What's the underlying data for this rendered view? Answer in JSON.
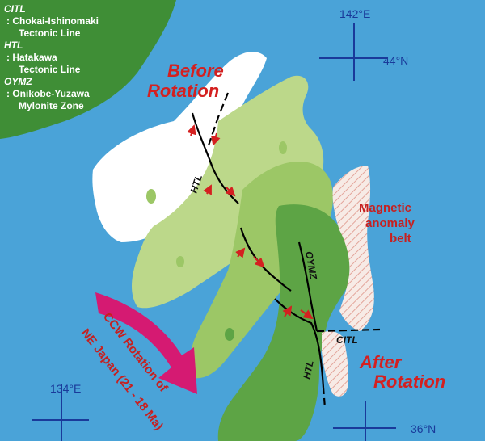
{
  "legend": [
    {
      "abbr": "CITL",
      "desc_1": ": Chokai-Ishinomaki",
      "desc_2": "Tectonic Line"
    },
    {
      "abbr": "HTL",
      "desc_1": ": Hatakawa",
      "desc_2": "Tectonic Line"
    },
    {
      "abbr": "OYMZ",
      "desc_1": ": Onikobe-Yuzawa",
      "desc_2": "Mylonite Zone"
    }
  ],
  "coordinates": {
    "top_lon": "142°E",
    "top_lat": "44°N",
    "bottom_lon": "134°E",
    "bottom_lat": "36°N"
  },
  "labels": {
    "before_1": "Before",
    "before_2": "Rotation",
    "after_1": "After",
    "after_2": "Rotation",
    "magnetic_1": "Magnetic",
    "magnetic_2": "anomaly",
    "magnetic_3": "belt",
    "htl_top": "HTL",
    "htl_bottom": "HTL",
    "oymz": "OYMZ",
    "citl": "CITL",
    "rotation_1": "CCW Rotation of",
    "rotation_2": "NE Japan (21 - 18 Ma)"
  },
  "colors": {
    "sea": "#4aa3d8",
    "land_dark": "#3f8e36",
    "land_before": "#ffffff",
    "land_mid": "#bcd88a",
    "land_mid2": "#9cc766",
    "land_after": "#5da445",
    "anomaly": "#f6e6df",
    "arrow": "#d51a72",
    "grid": "#1a3a9a",
    "red_text": "#d42020"
  }
}
